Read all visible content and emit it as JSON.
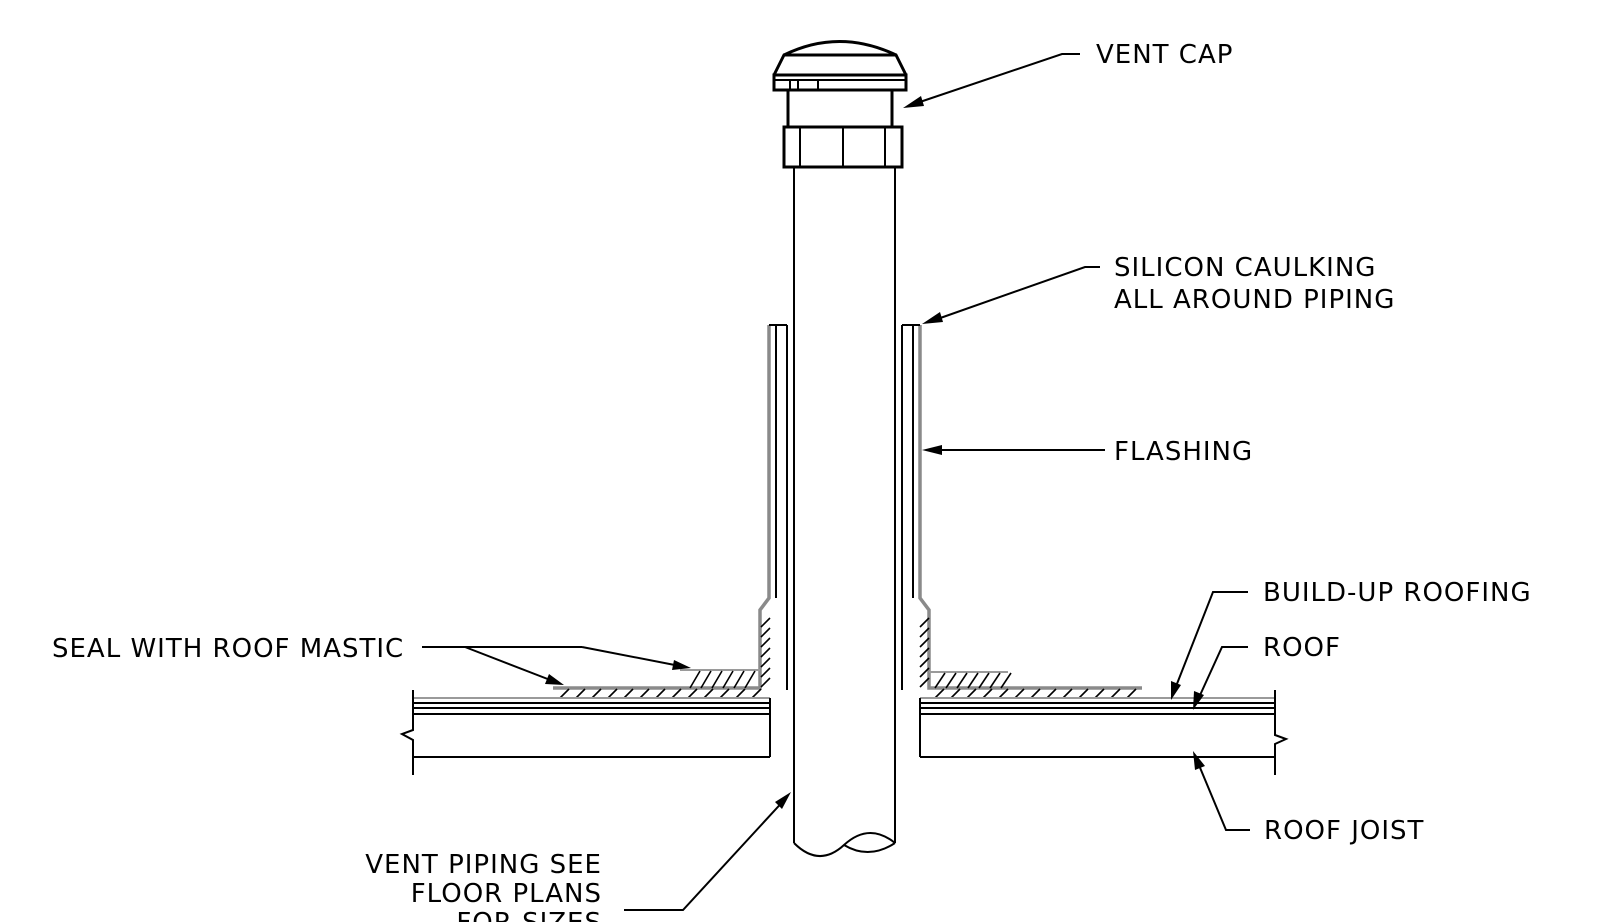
{
  "labels": {
    "vent_cap": "VENT CAP",
    "caulking_line1": "SILICON CAULKING",
    "caulking_line2": "ALL AROUND PIPING",
    "flashing": "FLASHING",
    "buildup_roofing": "BUILD-UP ROOFING",
    "roof": "ROOF",
    "roof_joist": "ROOF JOIST",
    "seal": "SEAL WITH ROOF MASTIC",
    "piping_line1": "VENT PIPING SEE",
    "piping_line2": "FLOOR PLANS",
    "piping_line3": "FOR SIZES"
  }
}
